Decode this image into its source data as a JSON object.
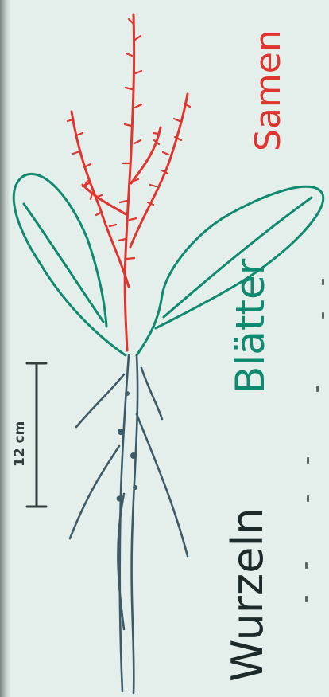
{
  "labels": {
    "seeds": "Samen",
    "leaves": "Blätter",
    "roots": "Wurzeln",
    "scale": "12 cm"
  },
  "colors": {
    "paper": "#e4eeea",
    "seeds": "#e0342f",
    "leaves": "#0f8a6e",
    "roots": "#3c5b66",
    "scale": "#2f3d3c"
  }
}
